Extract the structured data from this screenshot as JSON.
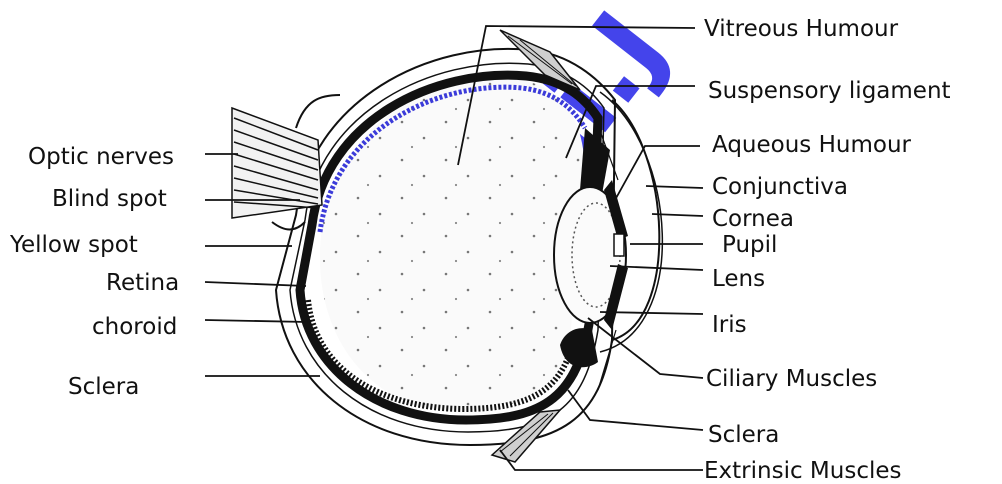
{
  "diagram": {
    "labels_left": {
      "optic_nerves": "Optic nerves",
      "blind_spot": "Blind spot",
      "yellow_spot": "Yellow spot",
      "retina": "Retina",
      "choroid": "choroid",
      "sclera": "Sclera"
    },
    "labels_right": {
      "vitreous_humour": "Vitreous Humour",
      "suspensory_ligament": "Suspensory ligament",
      "aqueous_humour": "Aqueous Humour",
      "conjunctiva": "Conjunctiva",
      "cornea": "Cornea",
      "pupil": "Pupil",
      "lens": "Lens",
      "iris": "Iris",
      "ciliary_muscles": "Ciliary Muscles",
      "sclera": "Sclera",
      "extrinsic_muscles": "Extrinsic Muscles"
    }
  },
  "watermark": {
    "text": "Bodhi.J",
    "color": "#2323e8"
  },
  "colors": {
    "line": "#111111",
    "background": "#ffffff",
    "retina_tint": "#3b3bd9"
  }
}
